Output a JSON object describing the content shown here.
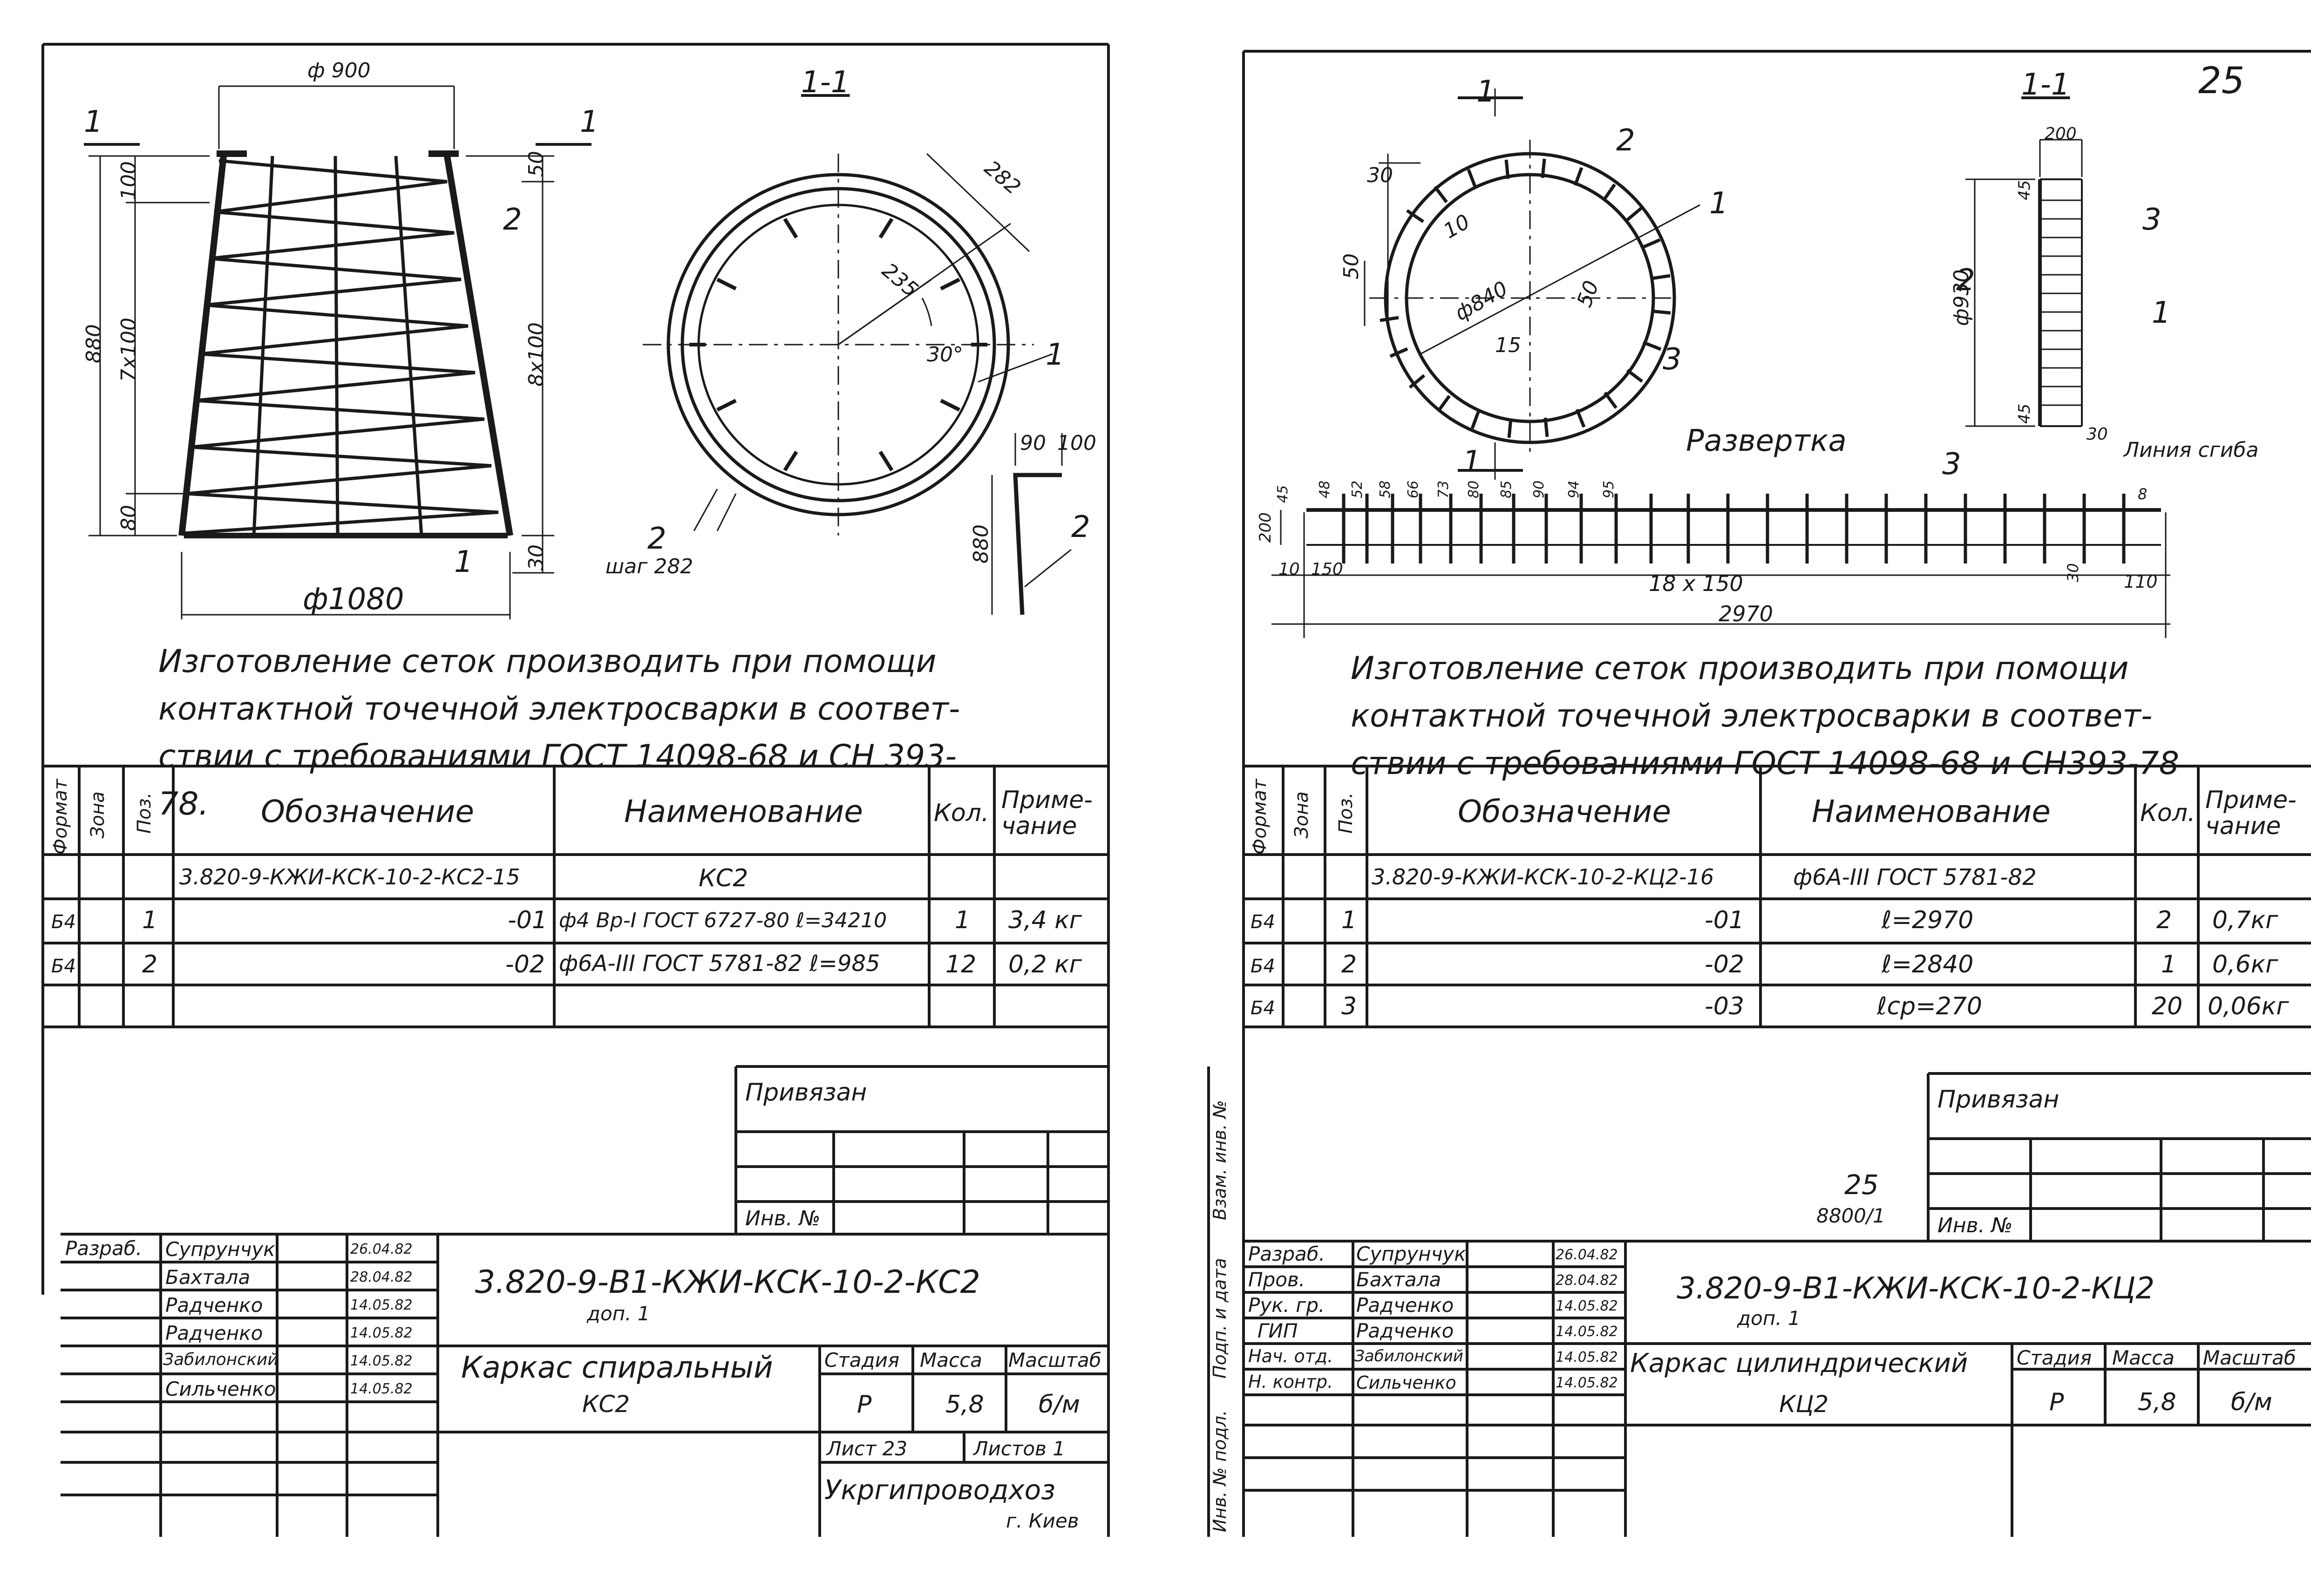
{
  "page_number": "25",
  "left": {
    "section_label": "1-1",
    "marker": "1",
    "dims": {
      "d900": "ф 900",
      "d1080": "ф1080",
      "h880": "880",
      "h7x100": "7x100",
      "h100": "100",
      "h80": "80",
      "r50": "50",
      "r8x100": "8x100",
      "r30": "30",
      "c282": "282",
      "c235": "235",
      "c30deg": "30°",
      "step": "шаг 282",
      "p90": "90",
      "p100": "100",
      "p880": "880",
      "pos1": "1",
      "pos2": "2"
    },
    "note": "Изготовление сеток производить при помощи контактной точечной электросварки в соответ- ствии с требованиями ГОСТ 14098-68 и СН 393-78.",
    "spec": {
      "headers": {
        "format": "Формат",
        "zone": "Зона",
        "pos": "Поз.",
        "designation": "Обозначение",
        "name": "Наименование",
        "qty": "Кол.",
        "note": "Приме- чание"
      },
      "rows": [
        {
          "format": "",
          "pos": "",
          "designation": "3.820-9-КЖИ-КСК-10-2-КС2-15",
          "name": "КС2",
          "qty": "",
          "note": ""
        },
        {
          "format": "Б4",
          "pos": "1",
          "designation": "-01",
          "name": "ф4 Вр-I ГОСТ 6727-80  ℓ=34210",
          "qty": "1",
          "note": "3,4 кг"
        },
        {
          "format": "Б4",
          "pos": "2",
          "designation": "-02",
          "name": "ф6А-III ГОСТ 5781-82  ℓ=985",
          "qty": "12",
          "note": "0,2 кг"
        }
      ]
    },
    "privyazan": "Привязан",
    "inv": "Инв. №",
    "title_block": {
      "code": "3.820-9-В1-КЖИ-КСК-10-2-КС2",
      "dop": "доп. 1",
      "title_line1": "Каркас спиральный",
      "title_line2": "КС2",
      "people": [
        {
          "role": "Разраб.",
          "name": "Супрунчук",
          "date": "26.04.82"
        },
        {
          "role": "",
          "name": "Бахтала",
          "date": "28.04.82"
        },
        {
          "role": "",
          "name": "Радченко",
          "date": "14.05.82"
        },
        {
          "role": "",
          "name": "Радченко",
          "date": "14.05.82"
        },
        {
          "role": "",
          "name": "Забилонский",
          "date": "14.05.82"
        },
        {
          "role": "",
          "name": "Сильченко",
          "date": "14.05.82"
        }
      ],
      "stage_h": "Стадия",
      "mass_h": "Масса",
      "scale_h": "Масштаб",
      "stage": "Р",
      "mass": "5,8",
      "scale": "б/м",
      "sheet": "Лист 23",
      "sheets": "Листов 1",
      "org": "Укргипроводхоз",
      "city": "г. Киев"
    }
  },
  "right": {
    "section_label": "1-1",
    "razvertka": "Развертка",
    "liniya": "Линия сгиба",
    "dims": {
      "d840": "ф840",
      "c30": "30",
      "c10": "10",
      "c50": "50",
      "c15": "15",
      "c50b": "50",
      "pos1": "1",
      "pos2": "2",
      "pos3": "3",
      "s200": "200",
      "s45a": "45",
      "s45b": "45",
      "s930": "ф930",
      "s30": "30",
      "r200": "200",
      "r10": "10",
      "r150": "150",
      "r18x150": "18 x 150",
      "r2970": "2970",
      "r110": "110",
      "r30": "30",
      "r8": "8",
      "tops": [
        "45",
        "48",
        "52",
        "58",
        "66",
        "73",
        "80",
        "85",
        "90",
        "94",
        "95"
      ]
    },
    "note": "Изготовление сеток производить при помощи контактной точечной электросварки в соответ- ствии с требованиями ГОСТ 14098-68 и СН393-78",
    "spec": {
      "headers": {
        "format": "Формат",
        "zone": "Зона",
        "pos": "Поз.",
        "designation": "Обозначение",
        "name": "Наименование",
        "qty": "Кол.",
        "note": "Приме- чание"
      },
      "rows": [
        {
          "format": "",
          "pos": "",
          "designation": "3.820-9-КЖИ-КСК-10-2-КЦ2-16",
          "name": "ф6А-III ГОСТ 5781-82",
          "qty": "",
          "note": ""
        },
        {
          "format": "Б4",
          "pos": "1",
          "designation": "-01",
          "name": "ℓ=2970",
          "qty": "2",
          "note": "0,7кг"
        },
        {
          "format": "Б4",
          "pos": "2",
          "designation": "-02",
          "name": "ℓ=2840",
          "qty": "1",
          "note": "0,6кг"
        },
        {
          "format": "Б4",
          "pos": "3",
          "designation": "-03",
          "name": "ℓср=270",
          "qty": "20",
          "note": "0,06кг"
        }
      ]
    },
    "privyazan": "Привязан",
    "inv": "Инв. №",
    "stamp_num": "25",
    "stamp_sub": "8800/1",
    "side_labels": {
      "vzam": "Взам. инв. №",
      "podp": "Подп. и дата",
      "inv_podl": "Инв. № подл."
    },
    "title_block": {
      "code": "3.820-9-В1-КЖИ-КСК-10-2-КЦ2",
      "dop": "доп. 1",
      "title_line1": "Каркас цилиндрический",
      "title_line2": "КЦ2",
      "people": [
        {
          "role": "Разраб.",
          "name": "Супрунчук",
          "date": "26.04.82"
        },
        {
          "role": "Пров.",
          "name": "Бахтала",
          "date": "28.04.82"
        },
        {
          "role": "Рук. гр.",
          "name": "Радченко",
          "date": "14.05.82"
        },
        {
          "role": "ГИП",
          "name": "Радченко",
          "date": "14.05.82"
        },
        {
          "role": "Нач. отд.",
          "name": "Забилонский",
          "date": "14.05.82"
        },
        {
          "role": "Н. контр.",
          "name": "Сильченко",
          "date": "14.05.82"
        }
      ],
      "stage_h": "Стадия",
      "mass_h": "Масса",
      "scale_h": "Масштаб",
      "stage": "Р",
      "mass": "5,8",
      "scale": "б/м"
    }
  }
}
